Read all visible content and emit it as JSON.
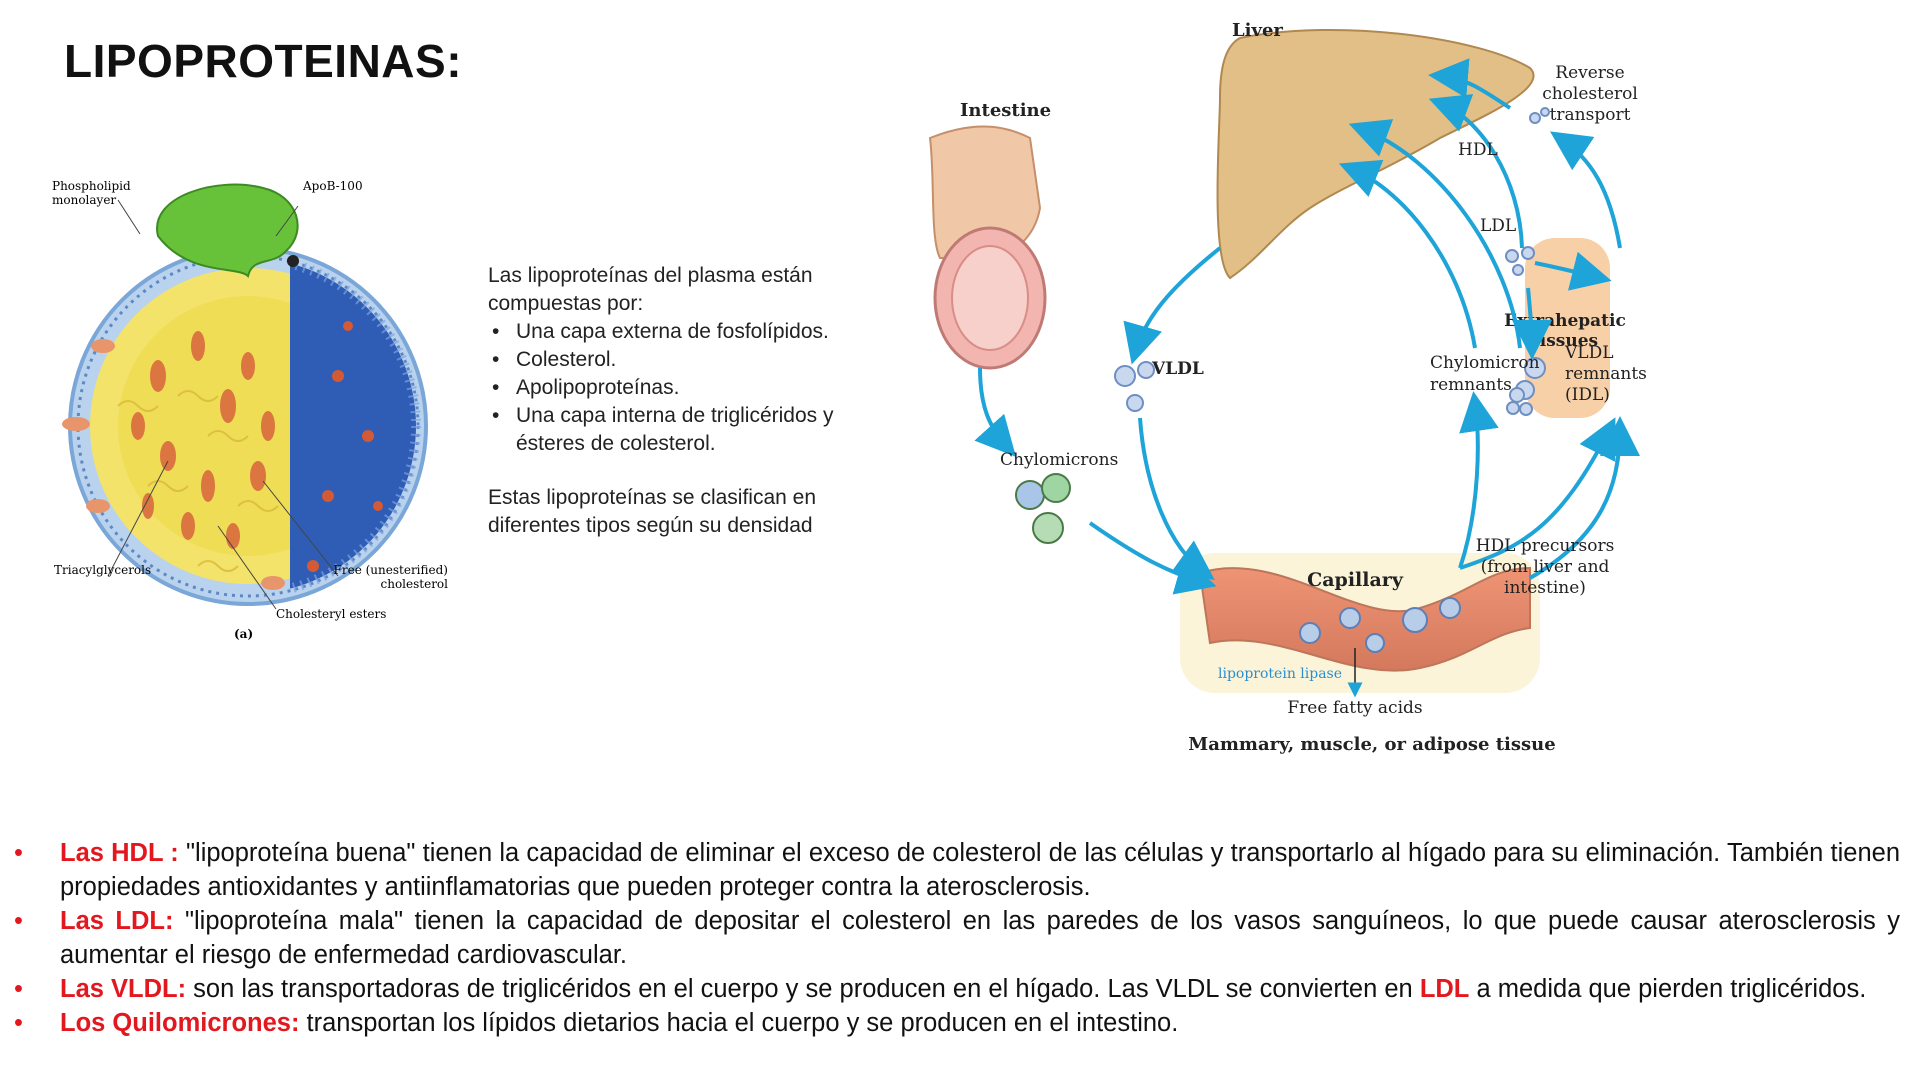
{
  "title": "LIPOPROTEINAS:",
  "colors": {
    "accent_red": "#e3181f",
    "arrow_blue": "#1ea4d8",
    "liver": "#e2bf86",
    "capillary": "#d7302c"
  },
  "lipoprotein_figure": {
    "labels": {
      "phospholipid_1": "Phospholipid",
      "phospholipid_2": "monolayer",
      "apob": "ApoB-100",
      "triacylglycerols": "Triacylglycerols",
      "free_chol_1": "Free (unesterified)",
      "free_chol_2": "cholesterol",
      "cholesteryl_esters": "Cholesteryl esters",
      "panel": "(a)"
    }
  },
  "intro": {
    "lead": "Las lipoproteínas del plasma están compuestas por:",
    "items": [
      "Una capa externa de fosfolípidos.",
      "Colesterol.",
      "Apolipoproteínas.",
      "Una capa interna de triglicéridos y ésteres de colesterol."
    ],
    "closing": "Estas lipoproteínas se clasifican en diferentes tipos según su densidad"
  },
  "cycle_diagram": {
    "liver": "Liver",
    "intestine": "Intestine",
    "reverse_1": "Reverse",
    "reverse_2": "cholesterol",
    "reverse_3": "transport",
    "hdl": "HDL",
    "ldl": "LDL",
    "extrahepatic_1": "Extrahepatic",
    "extrahepatic_2": "tissues",
    "vldl": "VLDL",
    "chylo_remnants_1": "Chylomicron",
    "chylo_remnants_2": "remnants",
    "vldl_remnants_1": "VLDL",
    "vldl_remnants_2": "remnants",
    "vldl_remnants_3": "(IDL)",
    "chylomicrons": "Chylomicrons",
    "capillary": "Capillary",
    "lipase": "lipoprotein lipase",
    "free_fatty_acids": "Free fatty acids",
    "tissue": "Mammary, muscle, or adipose tissue",
    "hdl_precursors_1": "HDL precursors",
    "hdl_precursors_2": "(from liver and",
    "hdl_precursors_3": "intestine)"
  },
  "bullets": [
    {
      "bullet": "•",
      "term": "Las HDL :",
      "text": " \"lipoproteína buena\" tienen la capacidad de eliminar el exceso de colesterol de las células y transportarlo al hígado para su eliminación. También tienen propiedades antioxidantes y antiinflamatorias que pueden proteger contra la aterosclerosis."
    },
    {
      "bullet": "•",
      "term": "Las LDL:",
      "text": " \"lipoproteína mala\" tienen la capacidad de depositar el colesterol en las paredes de los vasos sanguíneos, lo que puede causar aterosclerosis y aumentar el riesgo de enfermedad cardiovascular."
    },
    {
      "bullet": "•",
      "term": "Las VLDL:",
      "text": "  son las transportadoras de triglicéridos en el cuerpo y se producen en el hígado. Las VLDL se convierten en ",
      "highlight": "LDL",
      "text_after": " a medida que pierden triglicéridos."
    },
    {
      "bullet": "•",
      "term": "Los Quilomicrones:",
      "text": " transportan los lípidos dietarios hacia el cuerpo y se producen en el intestino."
    }
  ]
}
